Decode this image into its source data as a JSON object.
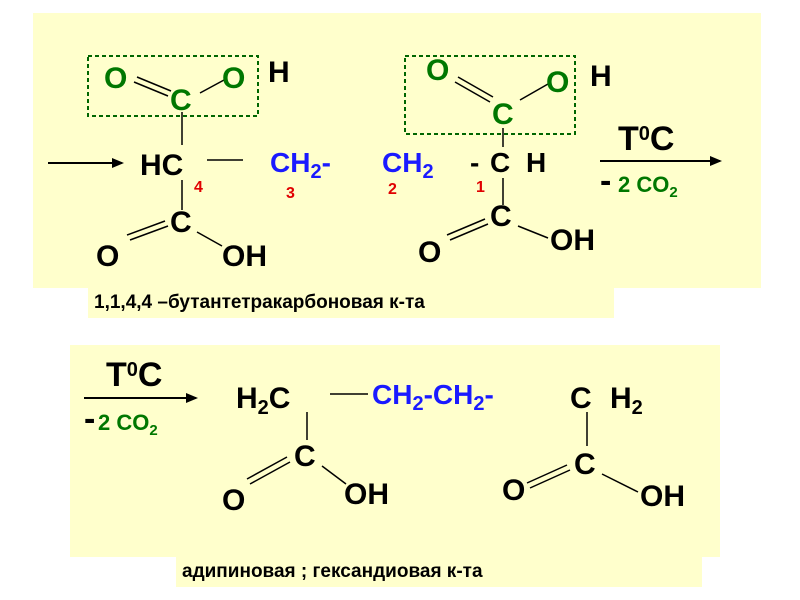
{
  "colors": {
    "panel": "#ffffcc",
    "green": "#007700",
    "blue": "#1a1aff",
    "red": "#e00000",
    "black": "#000000",
    "box": "#006600"
  },
  "reaction1": {
    "atoms": {
      "o_left_top": "O",
      "c_left_top": "C",
      "oh_left_o": "O",
      "oh_left_h": "H",
      "hc_left": "HC",
      "c_left_bottom": "C",
      "o_left_bottom": "O",
      "oh_left_bottom": "OH",
      "ch2_a": "CH",
      "ch2_a_sub": "2",
      "dash_a": "-",
      "ch2_b": "CH",
      "ch2_b_sub": "2",
      "dash_b": "-",
      "c_right": "C",
      "h_right": "H",
      "o_right_top": "O",
      "c_right_top": "C",
      "oh_right_o": "O",
      "oh_right_h": "H",
      "c_right_bottom": "C",
      "o_right_bottom": "O",
      "oh_right_bottom": "OH"
    },
    "locants": [
      "4",
      "3",
      "2",
      "1"
    ],
    "condition_temp": "T",
    "condition_deg": "0",
    "condition_unit": "C",
    "condition_minus": "-",
    "condition_co2": "2 CO",
    "condition_co2_sub": "2",
    "name": "1,1,4,4 –бутантетракарбоновая к-та"
  },
  "reaction2": {
    "condition_temp": "T",
    "condition_deg": "0",
    "condition_unit": "C",
    "condition_minus": "-",
    "condition_co2": "2 CO",
    "condition_co2_sub": "2",
    "atoms": {
      "h2c": "H",
      "h2c_sub": "2",
      "h2c_c": "C",
      "ch2_mid": "CH",
      "ch2_mid_sub": "2",
      "dash_mid": "-",
      "ch2_mid2": "CH",
      "ch2_mid2_sub": "2",
      "dash_mid2": "-",
      "c_right": "C",
      "h2_right": "H",
      "h2_right_sub": "2",
      "c_left_bottom": "C",
      "o_left_bottom": "O",
      "oh_left_bottom": "OH",
      "c_right_bottom": "C",
      "o_right_bottom": "O",
      "oh_right_bottom": "OH"
    },
    "name": "адипиновая ;   гександиовая к-та"
  }
}
